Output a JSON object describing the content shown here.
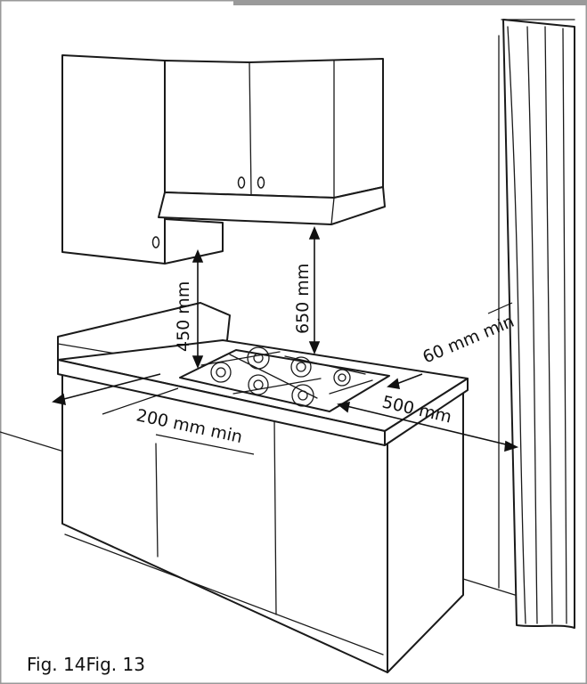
{
  "figure": {
    "caption": "Fig. 14Fig. 13",
    "dimensions": {
      "hood_clearance": "650 mm",
      "cabinet_clearance": "450 mm",
      "side_clearance": "200 mm min",
      "back_clearance": "60 mm min",
      "curtain_clearance": "500 mm"
    }
  }
}
